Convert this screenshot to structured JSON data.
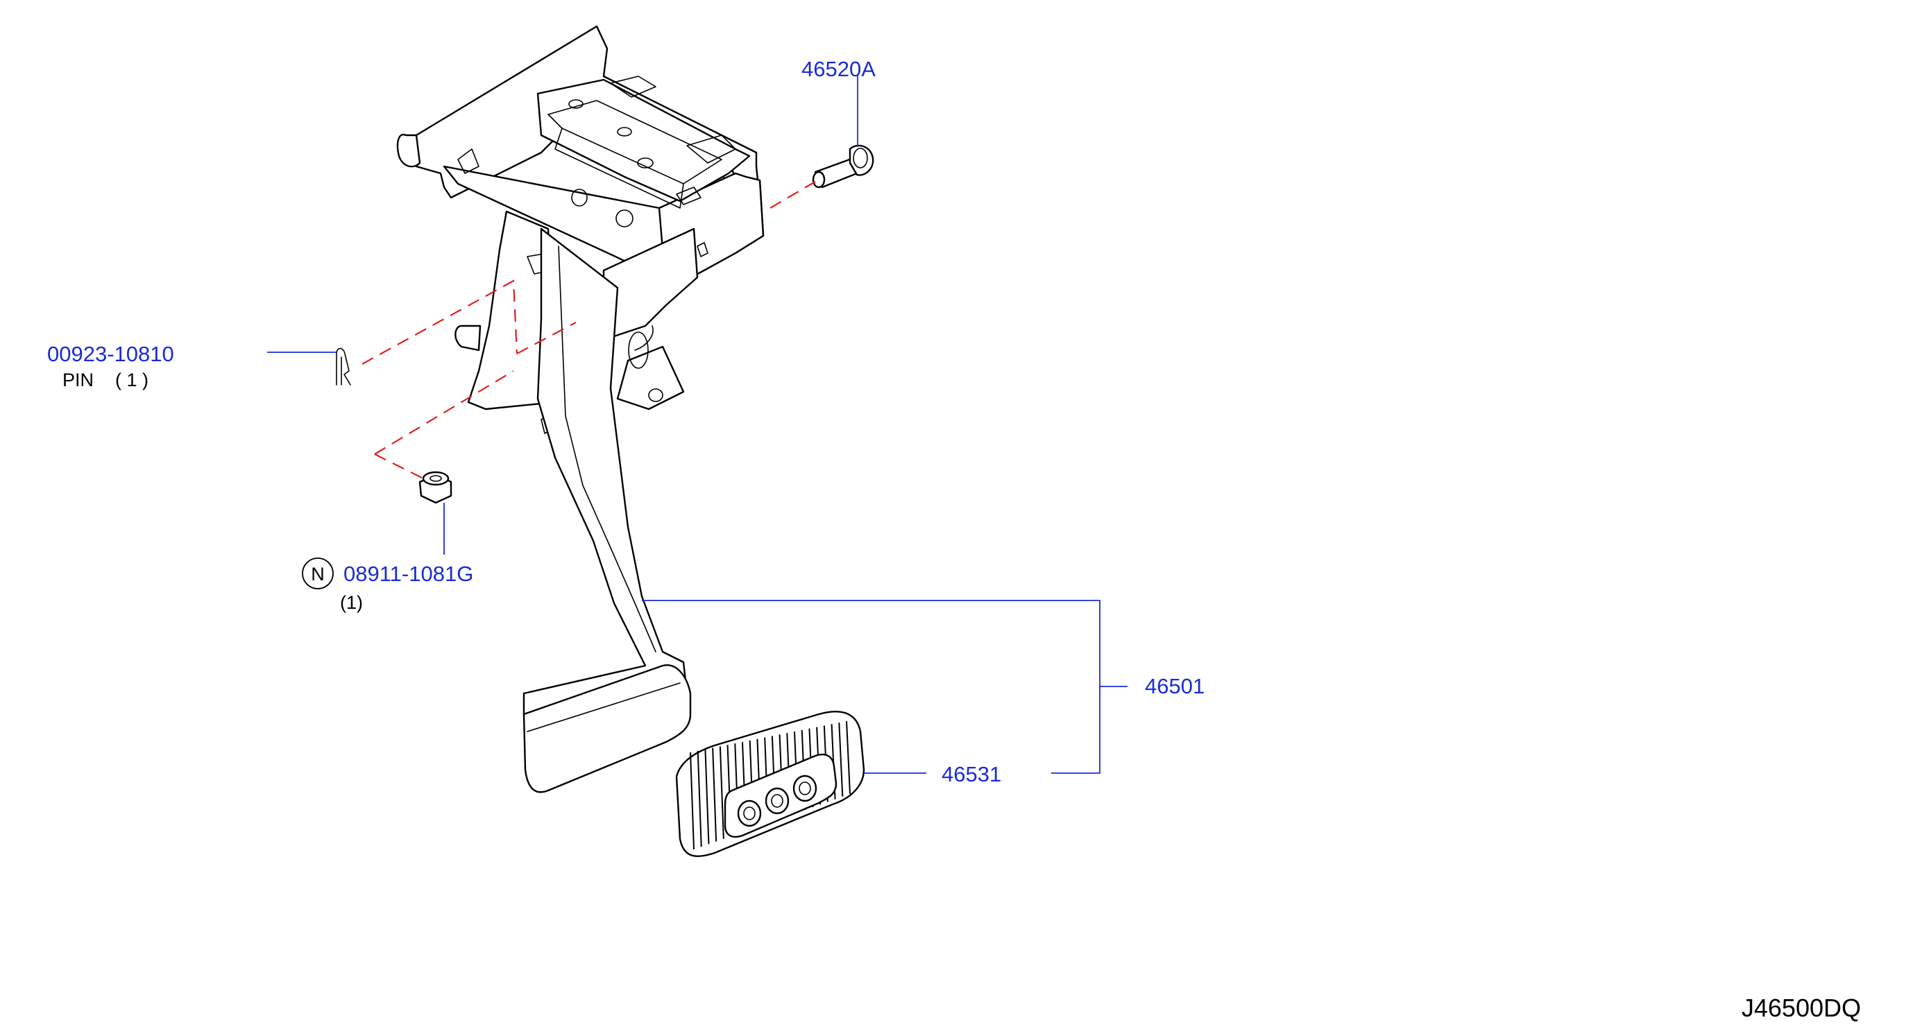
{
  "diagram": {
    "ref_code": "J46500DQ",
    "parts": [
      {
        "id": "pin",
        "number": "00923-10810",
        "name": "PIN",
        "qty": "( 1 )"
      },
      {
        "id": "nut",
        "prefix": "N",
        "number": "08911-1081G",
        "qty": "(1)"
      },
      {
        "id": "bolt",
        "number": "46520A"
      },
      {
        "id": "pedal-assy",
        "number": "46501"
      },
      {
        "id": "pedal-pad",
        "number": "46531"
      }
    ],
    "colors": {
      "label": "#1a2bd8",
      "leader": "#1a2bd8",
      "dash": "#e02020",
      "line": "#000000"
    }
  }
}
